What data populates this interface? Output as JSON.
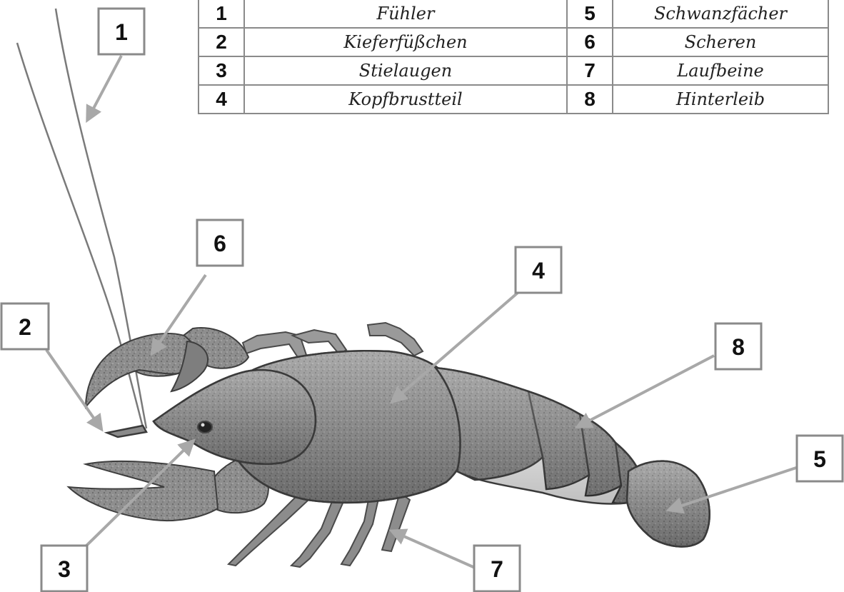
{
  "legend": {
    "rows": [
      {
        "left_num": "1",
        "left_term": "Fühler",
        "right_num": "5",
        "right_term": "Schwanzfächer"
      },
      {
        "left_num": "2",
        "left_term": "Kieferfüßchen",
        "right_num": "6",
        "right_term": "Scheren"
      },
      {
        "left_num": "3",
        "left_term": "Stielaugen",
        "right_num": "7",
        "right_term": "Laufbeine"
      },
      {
        "left_num": "4",
        "left_term": "Kopfbrustteil",
        "right_num": "8",
        "right_term": "Hinterleib"
      }
    ]
  },
  "markers": {
    "m1": "1",
    "m2": "2",
    "m3": "3",
    "m4": "4",
    "m5": "5",
    "m6": "6",
    "m7": "7",
    "m8": "8"
  },
  "colors": {
    "box_border": "#8a8a8a",
    "arrow": "#a8a8a8",
    "body_dark": "#5c5c5c",
    "body_mid": "#8a8a8a",
    "body_light": "#b4b4b4"
  }
}
